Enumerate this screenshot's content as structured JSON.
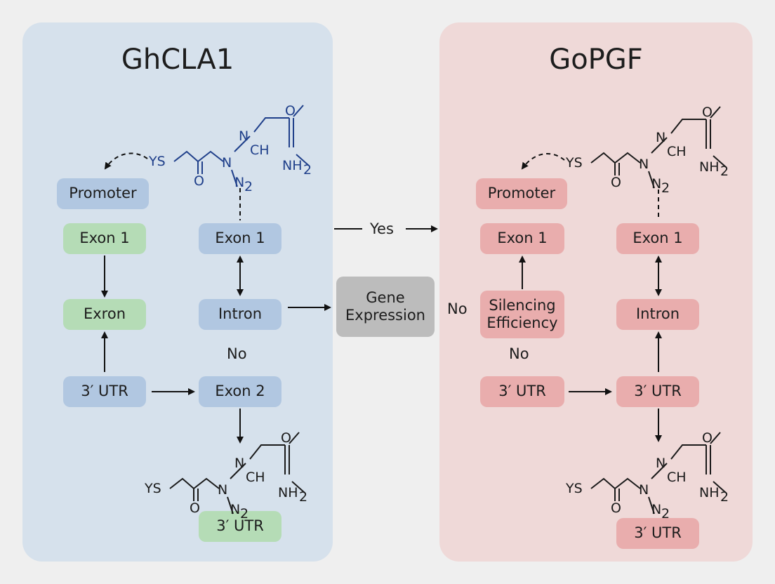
{
  "left_panel": {
    "title": "GhCLA1",
    "promoter": "Promoter",
    "exon1_a": "Exon 1",
    "exon1_b": "Exon 1",
    "exron": "Exron",
    "intron": "Intron",
    "utr_a": "3′ UTR",
    "exon2": "Exon 2",
    "utr_b": "3′ UTR",
    "no": "No"
  },
  "right_panel": {
    "title": "GoPGF",
    "promoter": "Promoter",
    "exon1_a": "Exon 1",
    "exon1_b": "Exon 1",
    "silencing_1": "Silencing",
    "silencing_2": "Efficiency",
    "intron": "Intron",
    "utr_a": "3′ UTR",
    "utr_b": "3′ UTR",
    "utr_c": "3′ UTR",
    "no_side": "No",
    "no_below": "No"
  },
  "center": {
    "yes": "Yes",
    "gene_1": "Gene",
    "gene_2": "Expression"
  },
  "molecule": {
    "ys": "YS",
    "o_keto": "O",
    "n1": "N",
    "n2": "N",
    "n2_label": "N",
    "n2_sub": "2",
    "ch": "CH",
    "o_top": "O",
    "nh": "NH",
    "nh_sub": "2"
  },
  "colors": {
    "left_bg": "#d6e1ec",
    "right_bg": "#efd9d8",
    "blue_box": "#b1c7e1",
    "green_box": "#b5dcb6",
    "pink_box": "#e9adad",
    "gray_box": "#bcbcbc",
    "mol_blue": "#1f3f8a",
    "mol_black": "#1a1a1a"
  }
}
